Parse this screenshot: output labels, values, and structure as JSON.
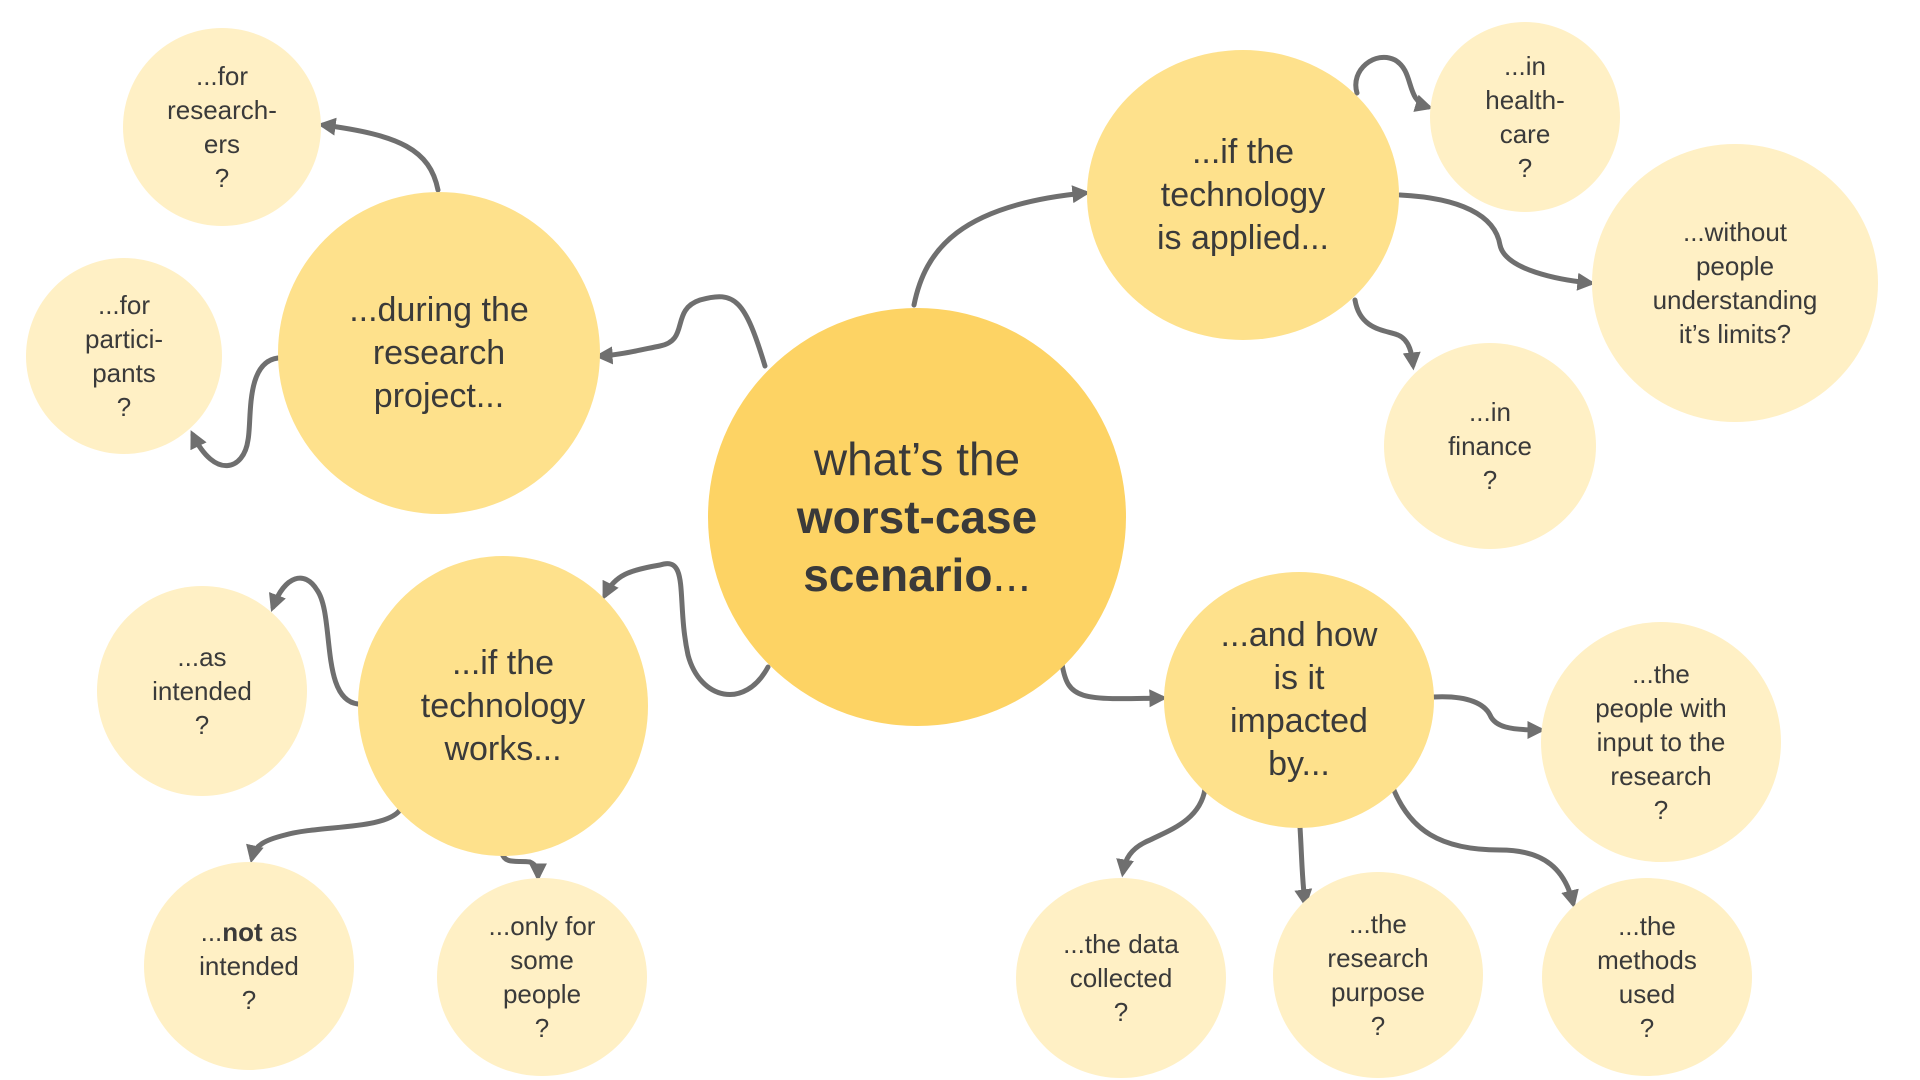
{
  "center": {
    "line1": "what’s the",
    "line2": "worst-case",
    "line3_prefix": "scenario",
    "line3_suffix": "..."
  },
  "branches": {
    "research": {
      "label": [
        "...during the",
        "research",
        "project..."
      ],
      "researchers": [
        "...for",
        "research-",
        "ers",
        "?"
      ],
      "participants": [
        "...for",
        "partici-",
        "pants",
        "?"
      ]
    },
    "applied": {
      "label": [
        "...if the",
        "technology",
        "is applied..."
      ],
      "healthcare": [
        "...in",
        "health-",
        "care",
        "?"
      ],
      "finance": [
        "...in",
        "finance",
        "?"
      ],
      "understanding": [
        "...without",
        "people",
        "understanding",
        "it’s limits?"
      ]
    },
    "works": {
      "label": [
        "...if the",
        "technology",
        "works..."
      ],
      "as_intended": [
        "...as",
        "intended",
        "?"
      ],
      "not_intended": {
        "prefix": "...",
        "bold": "not",
        "suffix": " as",
        "line2": "intended",
        "line3": "?"
      },
      "some_people": [
        "...only for",
        "some",
        "people",
        "?"
      ]
    },
    "impacted": {
      "label": [
        "...and how",
        "is it",
        "impacted",
        "by..."
      ],
      "people_input": [
        "...the",
        "people with",
        "input to the",
        "research",
        "?"
      ],
      "data_collected": [
        "...the data",
        "collected",
        "?"
      ],
      "purpose": [
        "...the",
        "research",
        "purpose",
        "?"
      ],
      "methods": [
        "...the",
        "methods",
        "used",
        "?"
      ]
    }
  },
  "colors": {
    "center": "#fdd364",
    "mid": "#fee18c",
    "leaf": "#fff0c5",
    "arrow": "#6f6f6f",
    "text": "#3a3a3a"
  }
}
